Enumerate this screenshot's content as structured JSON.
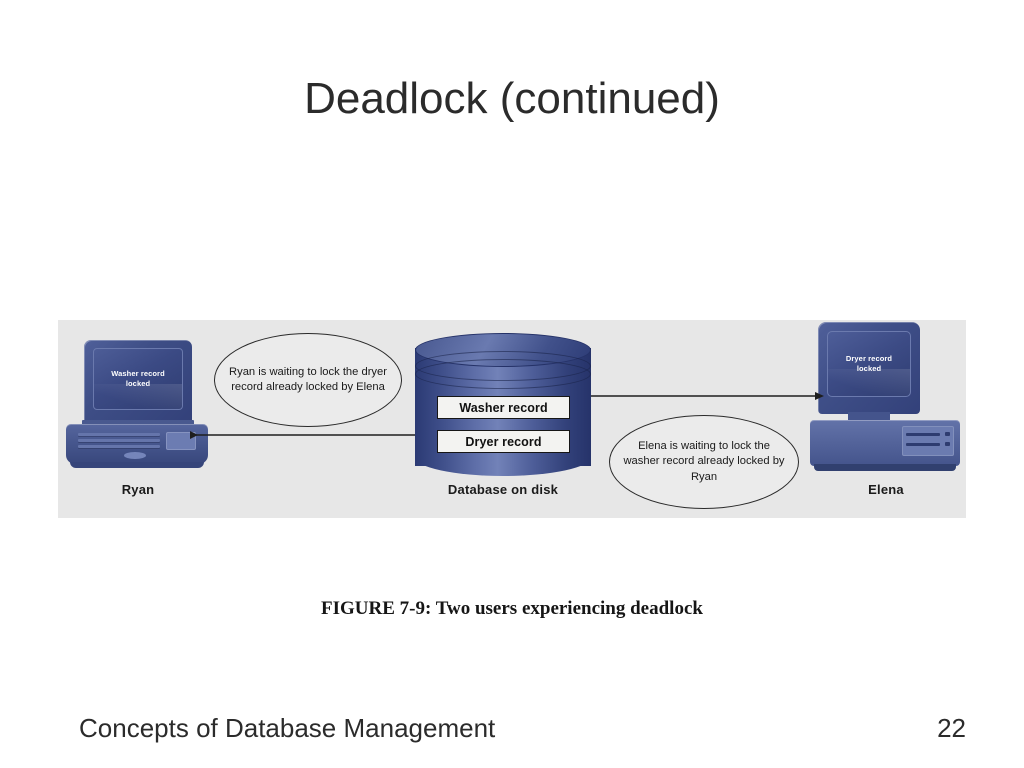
{
  "slide": {
    "title": "Deadlock (continued)",
    "caption": "FIGURE 7-9: Two users experiencing deadlock",
    "footer_title": "Concepts of Database Management",
    "page_number": "22"
  },
  "figure": {
    "background_color": "#e7e7e7",
    "device_blue": "#3e4e88",
    "accent_dark_navy": "#26336a",
    "left_user": {
      "name": "Ryan",
      "device_type": "laptop",
      "screen_text": "Washer record\nlocked",
      "screen_line1": "Washer record",
      "screen_line2": "locked",
      "bubble_text": "Ryan is waiting to lock the dryer record already locked by Elena"
    },
    "right_user": {
      "name": "Elena",
      "device_type": "desktop",
      "screen_text": "Dryer record\nlocked",
      "screen_line1": "Dryer record",
      "screen_line2": "locked",
      "bubble_text": "Elena is waiting to lock the washer record already locked by Ryan"
    },
    "database": {
      "label": "Database on disk",
      "records": [
        "Washer record",
        "Dryer record"
      ]
    },
    "arrows": [
      {
        "name": "dryer-record-to-ryan",
        "direction": "left",
        "from": "Dryer record",
        "to": "Ryan"
      },
      {
        "name": "washer-record-to-elena",
        "direction": "right",
        "from": "Washer record",
        "to": "Elena"
      }
    ]
  }
}
